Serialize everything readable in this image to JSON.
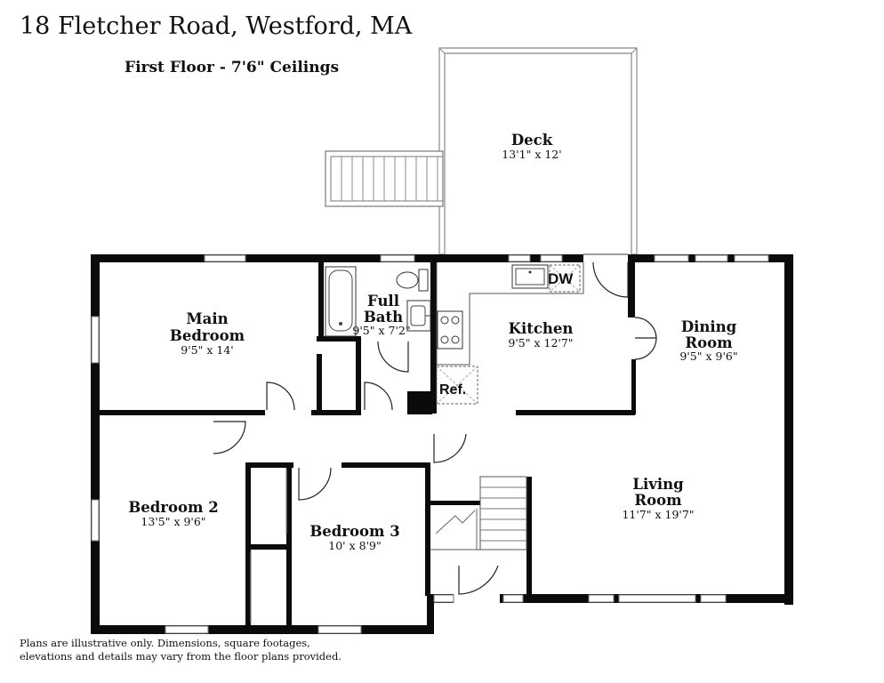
{
  "header": {
    "address": "18 Fletcher Road, Westford, MA",
    "floor_label": "First Floor - 7'6\" Ceilings"
  },
  "rooms": {
    "deck": {
      "name": "Deck",
      "dims": "13'1\" x 12'"
    },
    "main_bedroom": {
      "name_line1": "Main",
      "name_line2": "Bedroom",
      "dims": "9'5\" x 14'"
    },
    "full_bath": {
      "name_line1": "Full",
      "name_line2": "Bath",
      "dims": "9'5\" x 7'2\""
    },
    "kitchen": {
      "name": "Kitchen",
      "dims": "9'5\" x 12'7\""
    },
    "dining_room": {
      "name_line1": "Dining",
      "name_line2": "Room",
      "dims": "9'5\" x 9'6\""
    },
    "bedroom_2": {
      "name": "Bedroom 2",
      "dims": "13'5\" x 9'6\""
    },
    "bedroom_3": {
      "name": "Bedroom 3",
      "dims": "10' x 8'9\""
    },
    "living_room": {
      "name_line1": "Living",
      "name_line2": "Room",
      "dims": "11'7\" x 19'7\""
    }
  },
  "fixtures": {
    "dishwasher": "DW",
    "refrigerator": "Ref."
  },
  "footer": {
    "disclaimer": "Plans are illustrative only. Dimensions, square footages, elevations and details may vary from the floor plans provided."
  }
}
